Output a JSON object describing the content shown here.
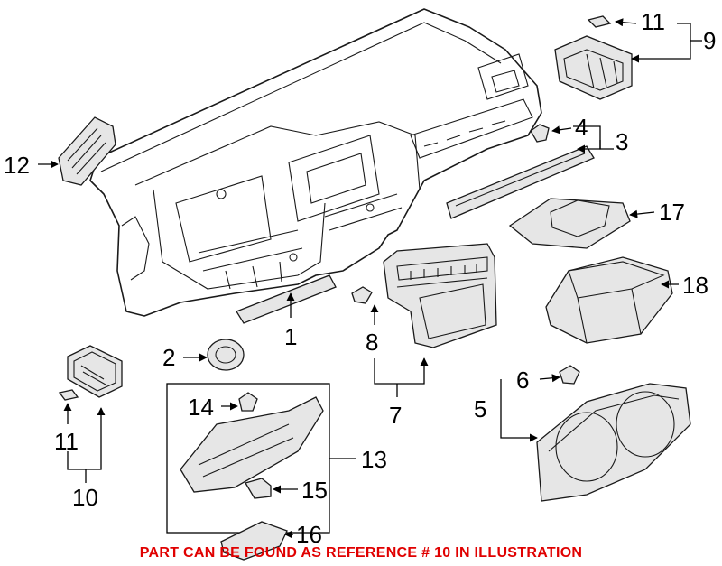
{
  "callouts": {
    "c1": "1",
    "c2": "2",
    "c3": "3",
    "c4": "4",
    "c5": "5",
    "c6": "6",
    "c7": "7",
    "c8": "8",
    "c9": "9",
    "c10": "10",
    "c11_top": "11",
    "c11_left": "11",
    "c12": "12",
    "c13": "13",
    "c14": "14",
    "c15": "15",
    "c16": "16",
    "c17": "17",
    "c18": "18"
  },
  "footer_note": {
    "text": "PART CAN BE FOUND AS REFERENCE # 10 IN ILLUSTRATION",
    "color": "#e00000"
  }
}
